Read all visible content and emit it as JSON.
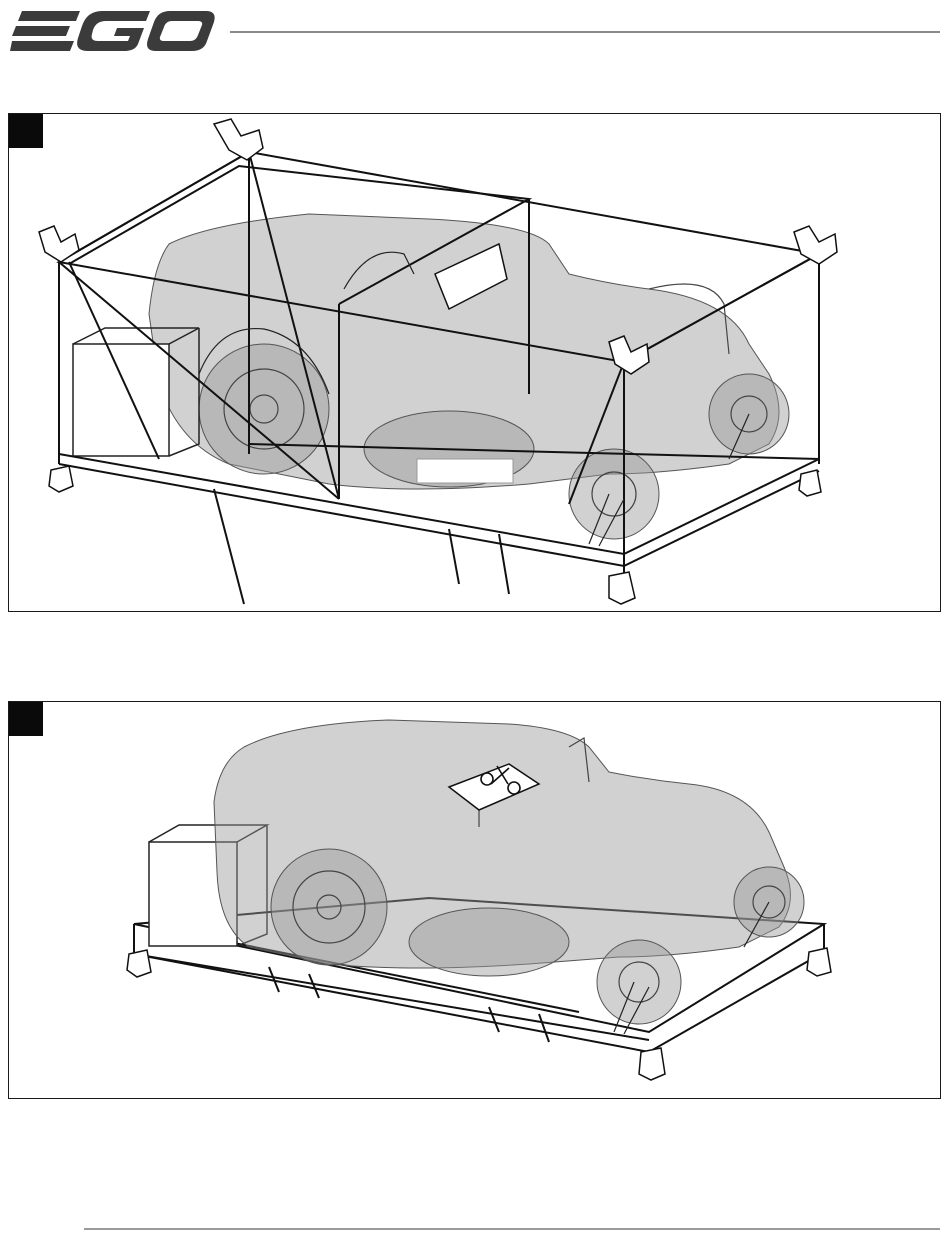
{
  "brand": {
    "logo_text": "EGO"
  },
  "figures": [
    {
      "id": "1",
      "subject": "crate-with-mower"
    },
    {
      "id": "2",
      "subject": "mower-on-pallet"
    }
  ]
}
